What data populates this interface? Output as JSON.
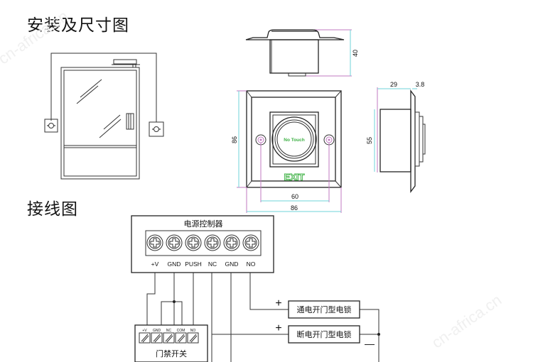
{
  "sections": {
    "install_title": "安装及尺寸图",
    "wiring_title": "接线图"
  },
  "dimensions": {
    "depth_top": "40",
    "height_front": "86",
    "screw_spacing": "60",
    "width_front": "86",
    "side_body": "29",
    "side_plate": "3.8",
    "side_height": "55"
  },
  "button": {
    "center_label": "No Touch",
    "exit_label": "EXIT",
    "exit_color": "#3cb043"
  },
  "controller": {
    "title": "电源控制器",
    "terminals": [
      "+V",
      "GND",
      "PUSH",
      "NC",
      "GND",
      "NO"
    ]
  },
  "access_switch": {
    "title": "门禁开关",
    "terminals": [
      "+V",
      "GND",
      "NC",
      "COM",
      "NO"
    ]
  },
  "locks": [
    {
      "label": "通电开门型电锁",
      "sign": "+"
    },
    {
      "label": "断电开门型电锁",
      "sign": "+"
    }
  ],
  "negative_sign": "—",
  "watermark": "cn-africa.cn",
  "colors": {
    "dim_cyan": "#6fd3d8",
    "dim_pink": "#c27ac2"
  }
}
